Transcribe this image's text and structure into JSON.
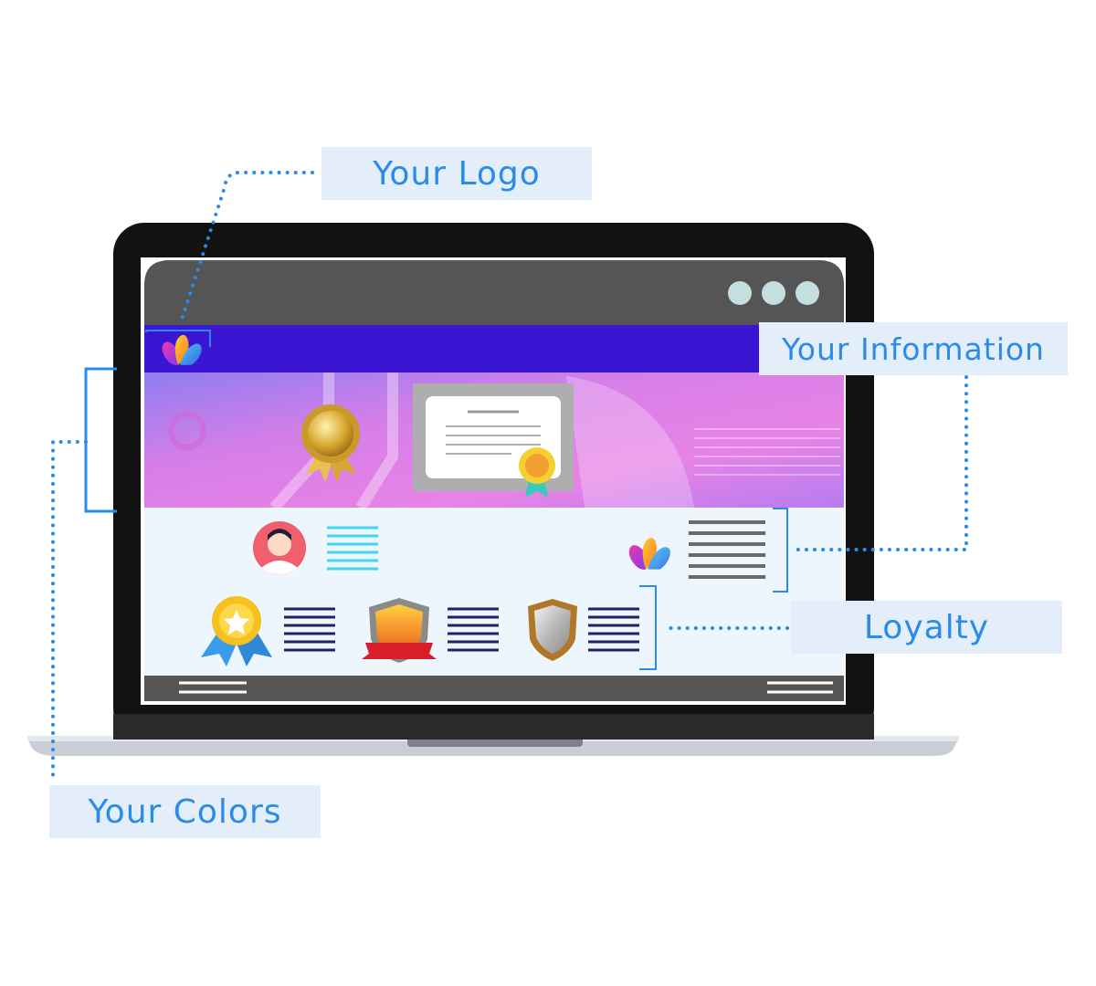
{
  "labels": {
    "logo": "Your Logo",
    "information": "Your Information",
    "loyalty": "Loyalty",
    "colors": "Your Colors"
  },
  "colors": {
    "accent": "#2a8be8",
    "label_bg": "#e4eefb",
    "brand_bar": "#3a16d3",
    "hero_pink": "#e07ae6",
    "hero_blue": "#7b8cf0",
    "content_bg": "#ecf6fc",
    "window_chrome": "#555555",
    "laptop_body": "#111111"
  },
  "icons": [
    "logo-petals-icon",
    "gold-medal-icon",
    "certificate-icon",
    "avatar-icon",
    "star-ribbon-icon",
    "orange-shield-icon",
    "silver-shield-icon",
    "window-dot-icon"
  ]
}
